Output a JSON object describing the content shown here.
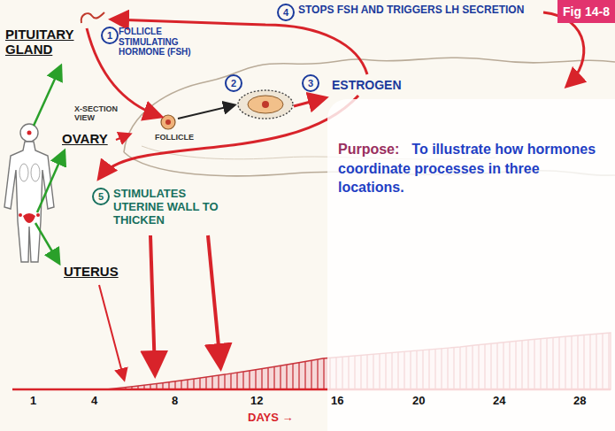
{
  "diagram": {
    "nodes": [
      {
        "text": [
          "Fig 14-8"
        ]
      },
      {
        "text": [
          "Purpose:",
          "To illustrate how hormones coordinate processes in three locations."
        ]
      }
    ],
    "labels": [
      "PITUITARY GLAND",
      "1",
      "FOLLICLE STIMULATING HORMONE (FSH)",
      "4",
      "STOPS FSH AND TRIGGERS LH SECRETION",
      "X-SECTION VIEW",
      "FOLLICLE",
      "2",
      "3",
      "ESTROGEN",
      "OVARY",
      "5",
      "STIMULATES UTERINE WALL TO THICKEN",
      "UTERUS",
      "1",
      "4",
      "8",
      "12",
      "16",
      "20",
      "24",
      "28",
      "DAYS →"
    ]
  }
}
